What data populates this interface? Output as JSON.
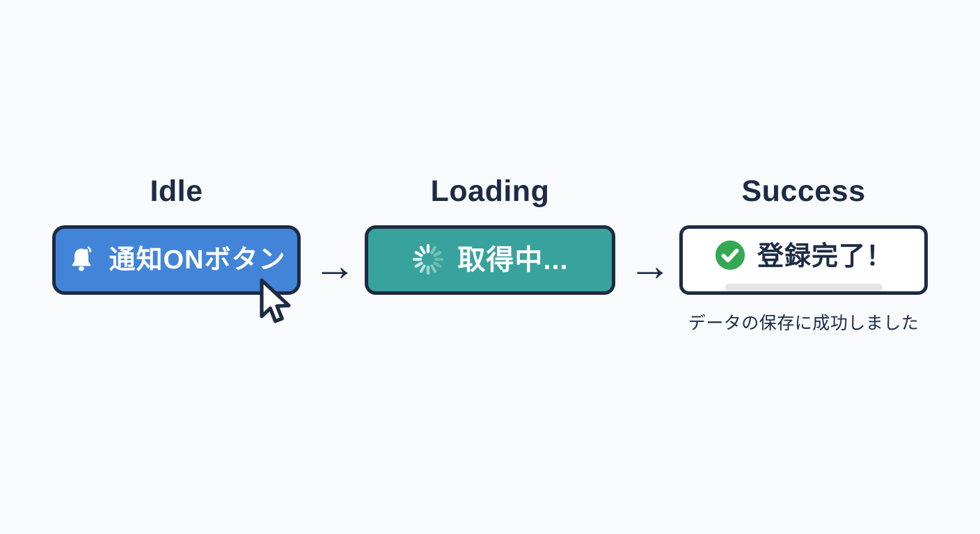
{
  "arrow_glyph": "→",
  "colors": {
    "background": "#f8fafb",
    "navy_text_border": "#1d2b45",
    "idle_button_blue": "#4285d8",
    "loading_button_teal": "#38a39c",
    "success_check_green": "#34a853",
    "button_text_white": "#ffffff",
    "progress_track_gray": "#e3e6e9"
  },
  "stages": [
    {
      "title": "Idle",
      "button_label": "通知ONボタン",
      "icon": "bell-icon"
    },
    {
      "title": "Loading",
      "button_label": "取得中...",
      "icon": "spinner-icon"
    },
    {
      "title": "Success",
      "button_label": "登録完了！",
      "icon": "check-circle-icon",
      "subtitle": "データの保存に成功しました"
    }
  ]
}
